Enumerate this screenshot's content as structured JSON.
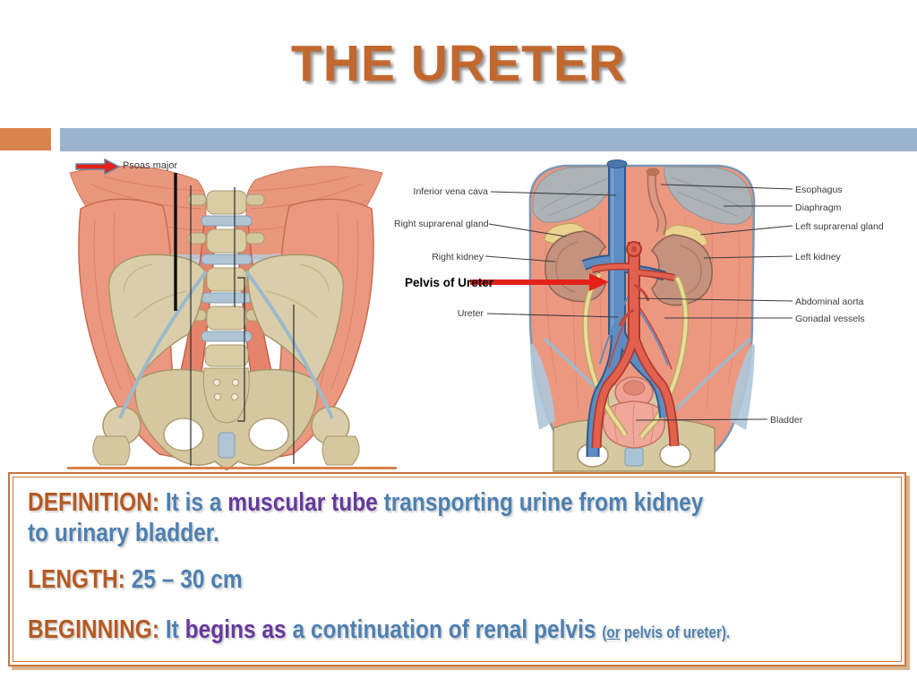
{
  "slide": {
    "title": "THE URETER"
  },
  "accents": {
    "title_color": "#C2682F",
    "bar_blue": "#9BB3CE",
    "bar_orange": "#D9834E",
    "box_border": "#C8763D",
    "heading_orange": "#B45A25",
    "body_blue": "#4E80B0",
    "emphasis_purple": "#653A9B",
    "pointer_red": "#E32119"
  },
  "left_figure": {
    "psoas_label": "Psoas major"
  },
  "right_figure": {
    "labels_left": [
      "Inferior vena cava",
      "Right suprarenal gland",
      "Right kidney",
      "Ureter"
    ],
    "highlight": "Pelvis of Ureter",
    "labels_right": [
      "Esophagus",
      "Diaphragm",
      "Left suprarenal gland",
      "Left kidney",
      "Abdominal aorta",
      "Gonadal vessels",
      "Bladder"
    ]
  },
  "info_box": {
    "definition": {
      "heading": "DEFINITION:",
      "pre": " It is a ",
      "emphasis": "muscular tube",
      "post1": " transporting urine from kidney",
      "post2": "to urinary bladder."
    },
    "length": {
      "heading": "LENGTH:",
      "value": " 25 – 30 cm"
    },
    "beginning": {
      "heading": "BEGINNING:",
      "pre": " It ",
      "emphasis": "begins as",
      "mid": " a continuation of renal pelvis ",
      "paren_open": "(",
      "paren_or": "or",
      "paren_rest": " pelvis of ureter)."
    }
  }
}
